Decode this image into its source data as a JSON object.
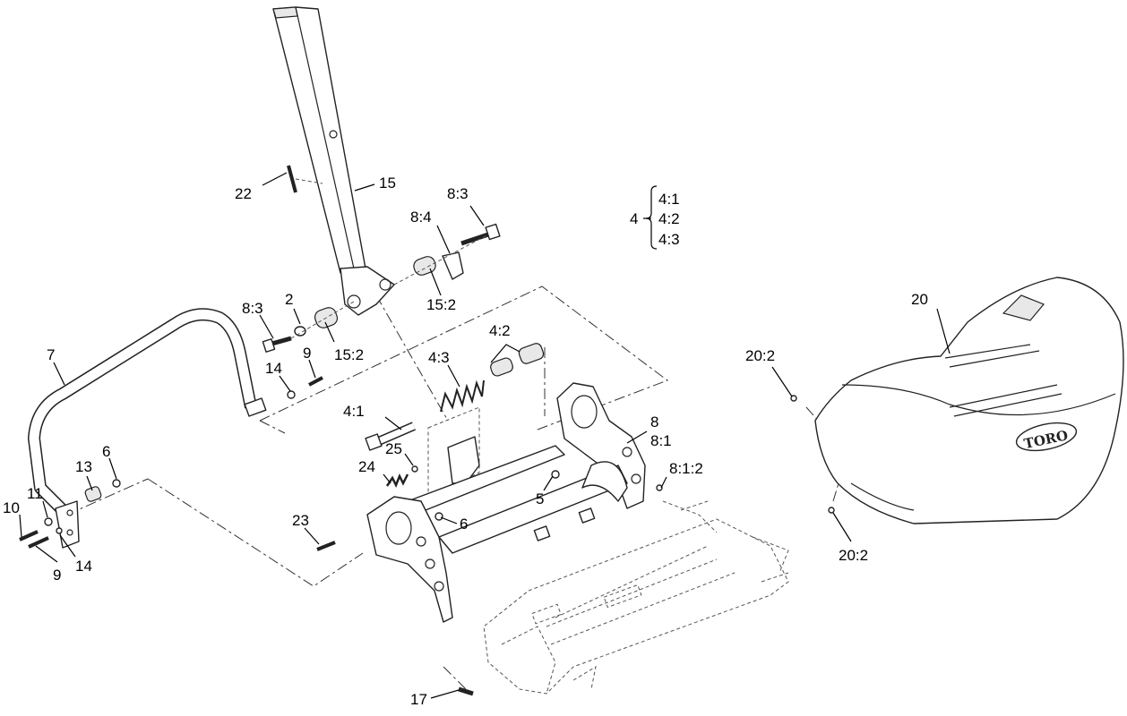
{
  "callouts": {
    "c22": "22",
    "c15": "15",
    "c8_3_top": "8:3",
    "c8_4": "8:4",
    "c15_2_right": "15:2",
    "c8_3_left": "8:3",
    "c2": "2",
    "c15_2_left": "15:2",
    "c7": "7",
    "c9_top": "9",
    "c14_top": "14",
    "c4_3": "4:3",
    "c4_2": "4:2",
    "c4_1": "4:1",
    "c8": "8",
    "c8_1": "8:1",
    "c6_left": "6",
    "c13": "13",
    "c25": "25",
    "c24": "24",
    "c8_1_2": "8:1:2",
    "c5": "5",
    "c11": "11",
    "c10": "10",
    "c6_mid": "6",
    "c23": "23",
    "c9_bottom": "9",
    "c14_bottom": "14",
    "c17": "17",
    "c20": "20",
    "c20_2_top": "20:2",
    "c20_2_bottom": "20:2"
  },
  "kit_legend": {
    "parent": "4",
    "children": [
      "4:1",
      "4:2",
      "4:3"
    ]
  },
  "brand_mark": "TORO"
}
